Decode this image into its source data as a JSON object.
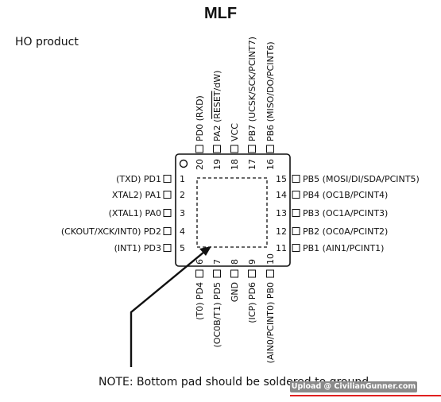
{
  "title": "MLF",
  "subtitle": "HO product",
  "note": "NOTE: Bottom pad should be soldered to ground.",
  "watermark": "Upload @ CivilianGunner.com",
  "pins": {
    "left": [
      {
        "num": "1",
        "label": "(TXD) PD1"
      },
      {
        "num": "2",
        "label": "XTAL2) PA1"
      },
      {
        "num": "3",
        "label": "(XTAL1) PA0"
      },
      {
        "num": "4",
        "label": "(CKOUT/XCK/INT0) PD2"
      },
      {
        "num": "5",
        "label": "(INT1) PD3"
      }
    ],
    "bottom": [
      {
        "num": "6",
        "label": "(T0) PD4"
      },
      {
        "num": "7",
        "label": "(OC0B/T1) PD5"
      },
      {
        "num": "8",
        "label": "GND"
      },
      {
        "num": "9",
        "label": "(ICP) PD6"
      },
      {
        "num": "10",
        "label": "(AIN0/PCINT0) PB0"
      }
    ],
    "right": [
      {
        "num": "11",
        "label": "PB1 (AIN1/PCINT1)"
      },
      {
        "num": "12",
        "label": "PB2 (OC0A/PCINT2)"
      },
      {
        "num": "13",
        "label": "PB3 (OC1A/PCINT3)"
      },
      {
        "num": "14",
        "label": "PB4 (OC1B/PCINT4)"
      },
      {
        "num": "15",
        "label": "PB5 (MOSI/DI/SDA/PCINT5)"
      }
    ],
    "top": [
      {
        "num": "16",
        "label": "PB6 (MISO/DO/PCINT6)"
      },
      {
        "num": "17",
        "label": "PB7 (UCSK/SCK/PCINT7)"
      },
      {
        "num": "18",
        "label": "VCC"
      },
      {
        "num": "19",
        "label": "PA2 (RESET/dW)"
      },
      {
        "num": "20",
        "label": "PD0 (RXD)"
      }
    ]
  }
}
